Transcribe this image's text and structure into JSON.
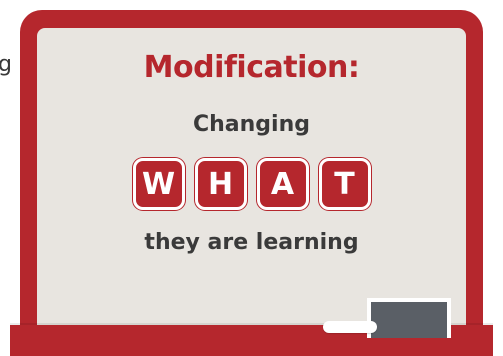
{
  "cutoff": {
    "text": "g"
  },
  "board": {
    "title": "Modification:",
    "line1": "Changing",
    "letters": [
      "W",
      "H",
      "A",
      "T"
    ],
    "line2": "they are learning"
  },
  "colors": {
    "frame": "#b5272d",
    "surface": "#e8e5e0",
    "text": "#3a3a3a",
    "eraser": "#5a5f66",
    "chalk": "#ffffff"
  },
  "icons": {
    "eraser": "eraser-icon",
    "chalk": "chalk-icon"
  }
}
